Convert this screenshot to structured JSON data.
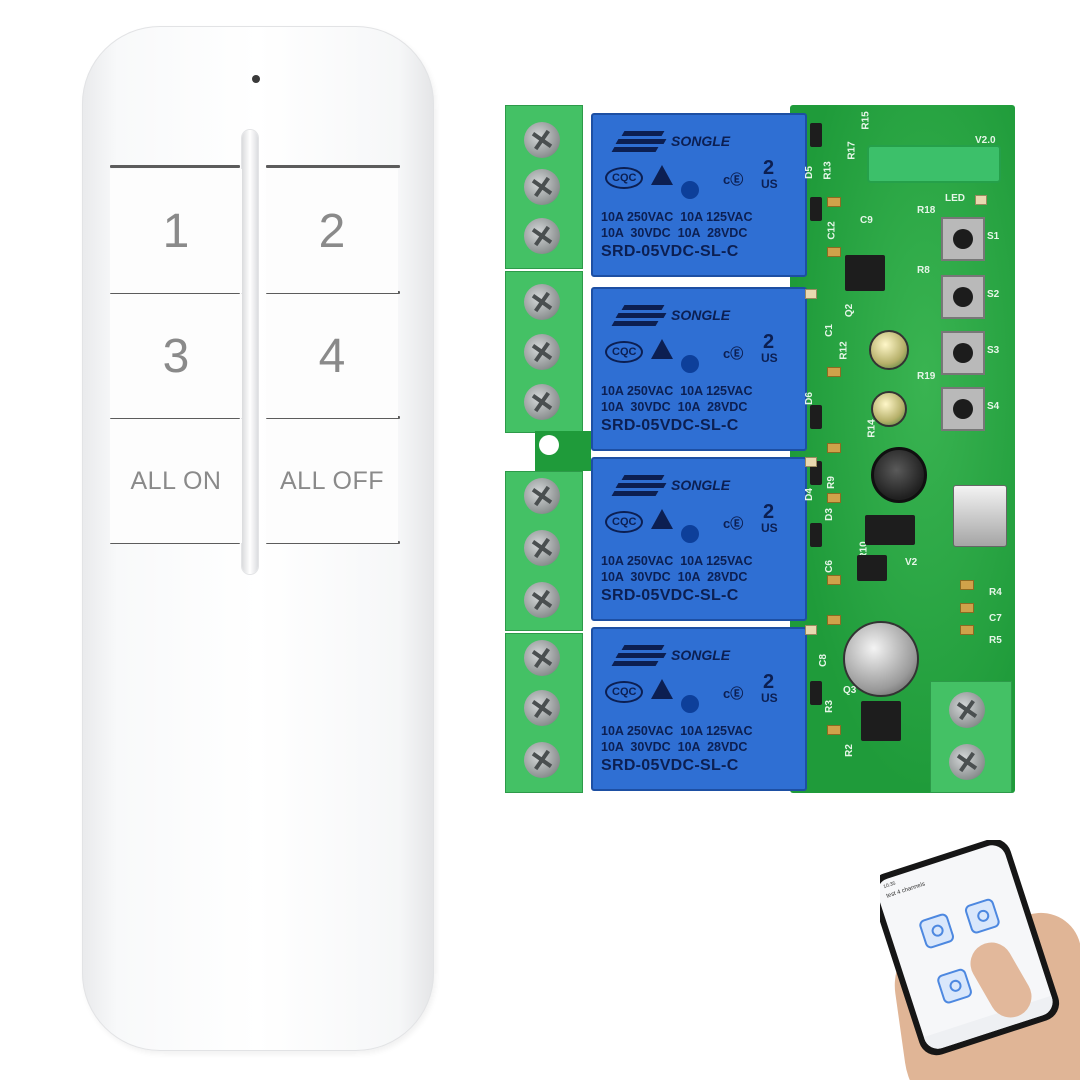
{
  "remote": {
    "buttons": [
      "1",
      "2",
      "3",
      "4",
      "ALL ON",
      "ALL OFF"
    ]
  },
  "relay_board": {
    "relay_brand": "SONGLE",
    "relay_cert_1": "CQC",
    "relay_cert_2": "2",
    "relay_cert_3": "US",
    "relay_spec": "10A 250VAC  10A 125VAC\n10A  30VDC  10A  28VDC",
    "relay_model": "SRD-05VDC-SL-C",
    "silkscreen": {
      "version": "V2.0",
      "led": "LED",
      "s1": "S1",
      "s2": "S2",
      "s3": "S3",
      "s4": "S4",
      "c9": "C9",
      "r18": "R18",
      "c12": "C12",
      "q2": "Q2",
      "c1": "C1",
      "d5": "D5",
      "d6": "D6",
      "d4": "D4",
      "d3": "D3",
      "c6": "C6",
      "c8": "C8",
      "r4": "R4",
      "c7": "C7",
      "r5": "R5",
      "v2": "V2",
      "r15": "R15",
      "r17": "R17",
      "r13": "R13",
      "r12": "R12",
      "r9": "R9",
      "r3": "R3",
      "r2": "R2",
      "r19": "R19",
      "r8": "R8",
      "r14": "R14",
      "r10": "R10",
      "q3": "Q3"
    }
  },
  "phone": {
    "time": "10:35",
    "title": "test 4 channels"
  }
}
